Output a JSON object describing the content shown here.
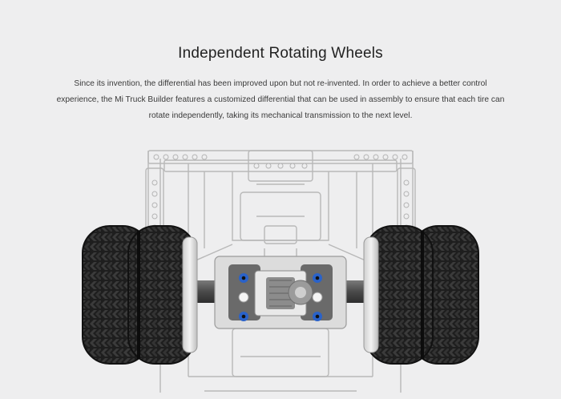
{
  "heading": "Independent Rotating Wheels",
  "description": {
    "line1": "Since its invention, the differential has been improved upon but not re-invented. In order to achieve a better control",
    "line2": "experience, the Mi Truck Builder features a customized differential that can be used in assembly to ensure that each tire can",
    "line3": "rotate independently, taking its mechanical transmission to the next level."
  },
  "colors": {
    "background": "#eeeeef",
    "tire": "#1f1f1f",
    "tread": "#3a3a3a",
    "axle": "#5a5a5a",
    "pin_blue": "#2a62c9",
    "outline": "#b9b9b9"
  }
}
